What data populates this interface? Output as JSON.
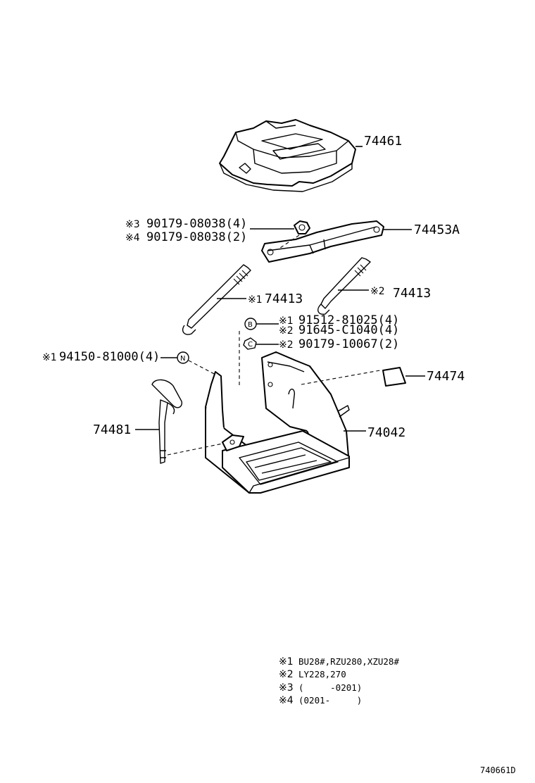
{
  "parts": {
    "cover": "74461",
    "clamp": "74453A",
    "rod_left_mark": "※1",
    "rod_left": "74413",
    "rod_right_mark": "※2",
    "rod_right": "74413",
    "tray": "74042",
    "holder": "74481",
    "label_plate": "74474"
  },
  "fasteners": [
    {
      "mark": "※3",
      "number": "90179-08038(4)"
    },
    {
      "mark": "※4",
      "number": "90179-08038(2)"
    },
    {
      "mark": "※1",
      "number": "91512-81025(4)",
      "symbol": "B"
    },
    {
      "mark": "※2",
      "number": "91645-C1040(4)"
    },
    {
      "mark": "※2",
      "number": "90179-10067(2)",
      "symbol": "C"
    },
    {
      "mark": "※1",
      "number": "94150-81000(4)",
      "symbol": "N"
    }
  ],
  "notes": [
    {
      "mark": "※1",
      "text": "BU28#,RZU280,XZU28#"
    },
    {
      "mark": "※2",
      "text": "LY228,270"
    },
    {
      "mark": "※3",
      "text": "(     -0201)"
    },
    {
      "mark": "※4",
      "text": "(0201-     )"
    }
  ],
  "reference": "740661D"
}
